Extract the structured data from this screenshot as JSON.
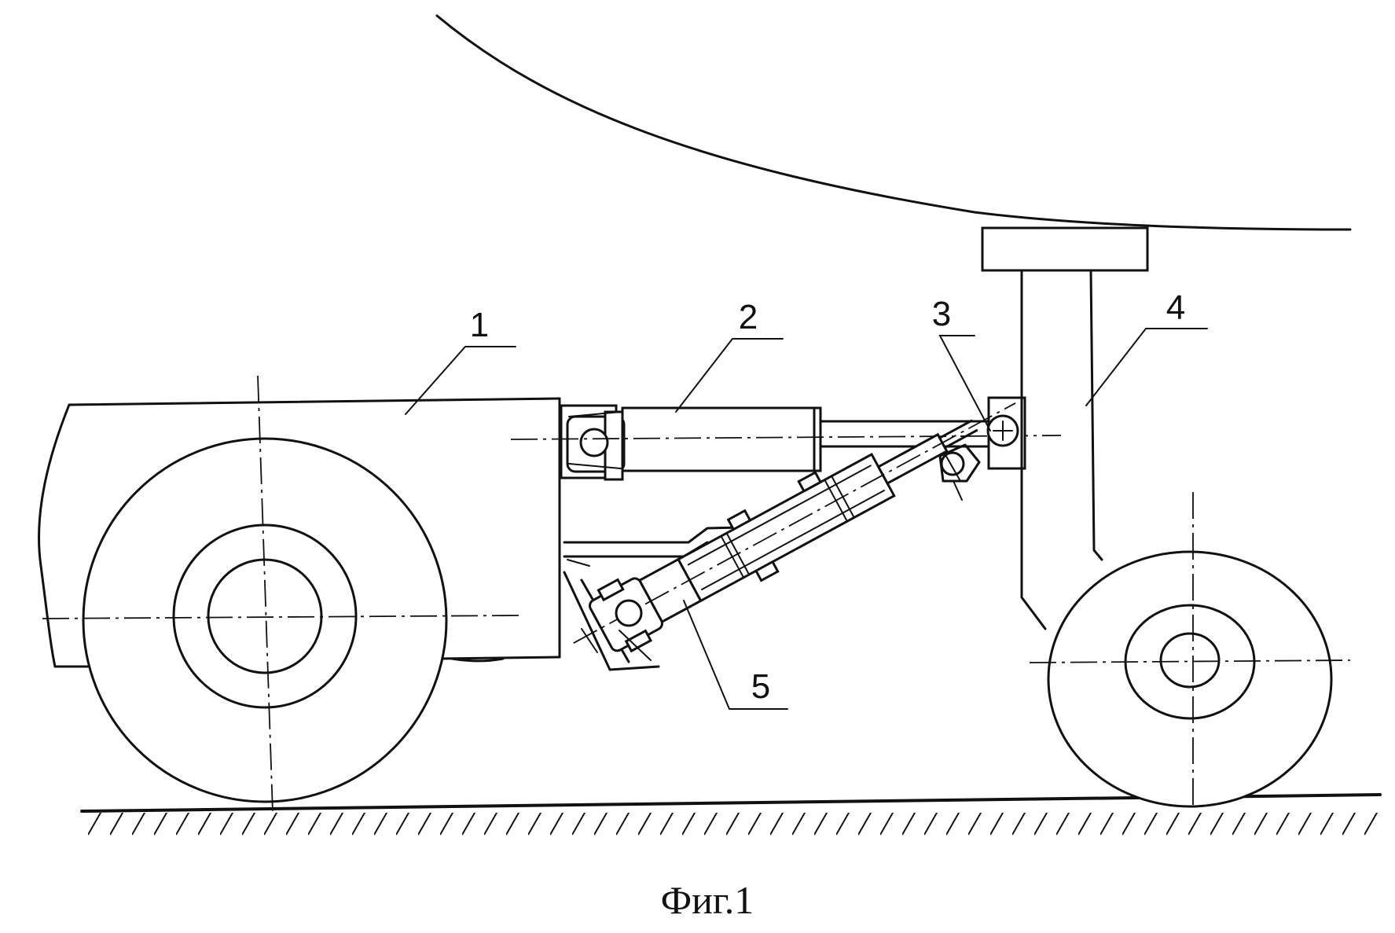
{
  "figure": {
    "caption": "Фиг.1",
    "callouts": {
      "c1": "1",
      "c2": "2",
      "c3": "3",
      "c4": "4",
      "c5": "5"
    }
  }
}
